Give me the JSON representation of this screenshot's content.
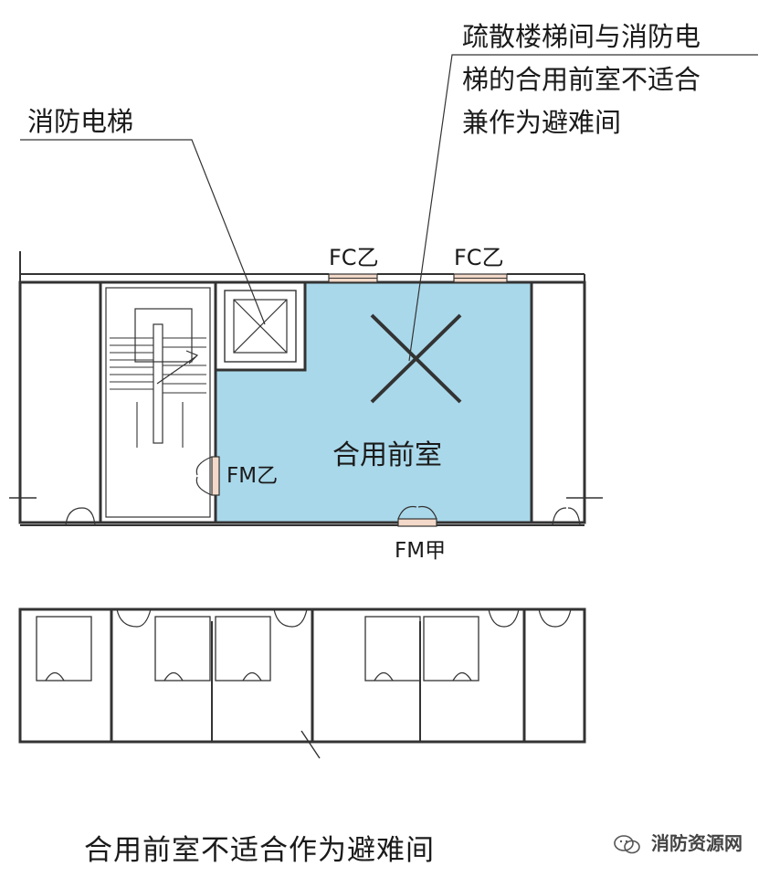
{
  "labels": {
    "fire_elevator": "消防电梯",
    "shared_vestibule_note_line1": "疏散楼梯间与消防电",
    "shared_vestibule_note_line2": "梯的合用前室不适合",
    "shared_vestibule_note_line3": "兼作为避难间",
    "room_name": "合用前室",
    "window_fc1": "FC乙",
    "window_fc2": "FC乙",
    "door_fm_yi": "FM乙",
    "door_fm_jia": "FM甲"
  },
  "caption": "合用前室不适合作为避难间",
  "watermark": "消防资源网",
  "colors": {
    "vestibule_fill": "#a9d8ea",
    "wall_stroke": "#333333",
    "window_fill": "#f3d9c9"
  },
  "icons": [
    "wechat-watermark-icon",
    "cross-mark-icon",
    "elevator-x-icon",
    "stair-icon",
    "door-swing-icon"
  ]
}
